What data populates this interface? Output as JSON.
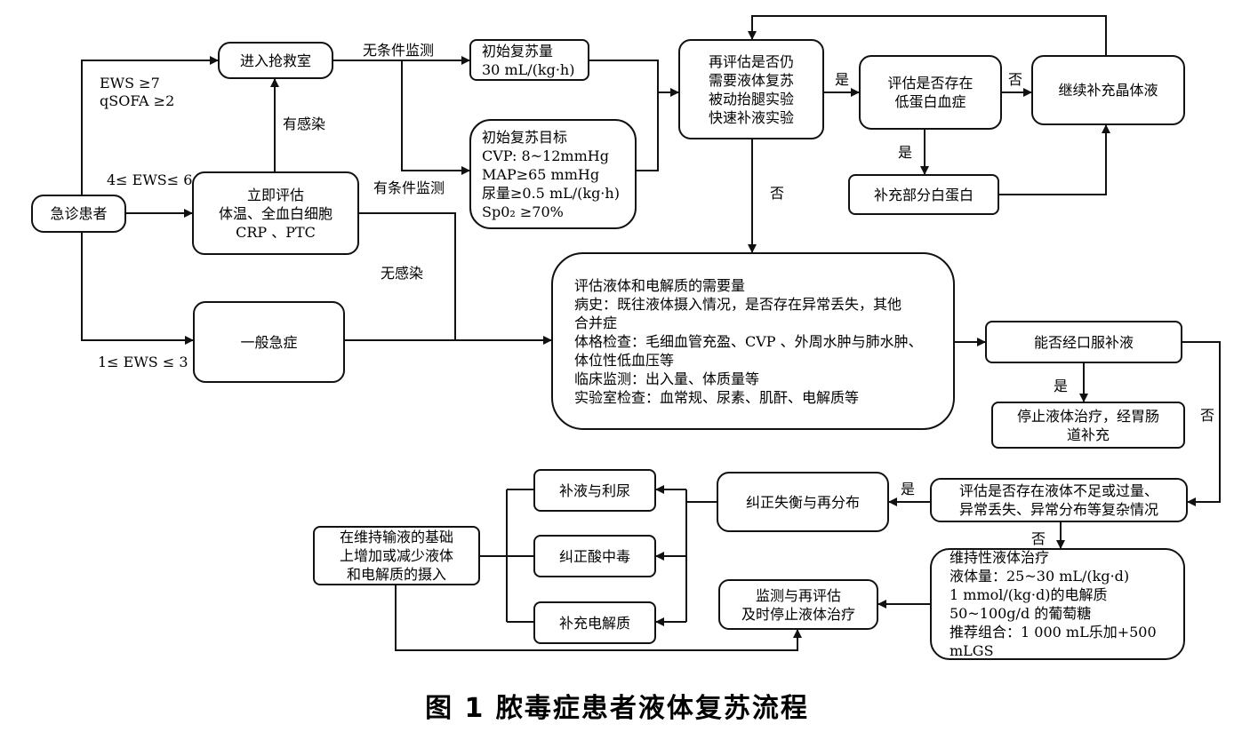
{
  "nodes": {
    "emergency_patient": "急诊患者",
    "enter_rescue_room": "进入抢救室",
    "immediate_assessment": "立即评估\n体温、全血白细胞\nCRP 、PTC",
    "general_emergency": "一般急症",
    "initial_resuscitation_volume": "初始复苏量\n30 mL/(kg·h)",
    "initial_resuscitation_target": "初始复苏目标\nCVP: 8~12mmHg\nMAP≥65 mmHg\n尿量≥0.5 mL/(kg·h)\nSp0₂ ≥70%",
    "reassess_fluid": "再评估是否仍\n需要液体复苏\n被动抬腿实验\n快速补液实验",
    "assess_hypoalbuminemia": "评估是否存在\n低蛋白血症",
    "continue_crystalloid": "继续补充晶体液",
    "supplement_albumin": "补充部分白蛋白",
    "assess_fluid_electrolyte": "评估液体和电解质的需要量\n病史：既往液体摄入情况，是否存在异常丢失，其他\n合并症\n体格检查：毛细血管充盈、CVP 、外周水肿与肺水肿、\n体位性低血压等\n临床监测：出入量、体质量等\n实验室检查：血常规、尿素、肌酐、电解质等",
    "oral_rehydration": "能否经口服补液",
    "stop_fluid_therapy": "停止液体治疗，经胃肠\n道补充",
    "assess_complex": "评估是否存在液体不足或过量、\n异常丢失、异常分布等复杂情况",
    "correct_imbalance": "纠正失衡与再分布",
    "fluid_and_diuresis": "补液与利尿",
    "correct_acidosis": "纠正酸中毒",
    "supplement_electrolytes": "补充电解质",
    "adjust_intake": "在维持输液的基础\n上增加或减少液体\n和电解质的摄入",
    "monitor_reassess": "监测与再评估\n及时停止液体治疗",
    "maintenance_therapy": "维持性液体治疗\n液体量：25~30 mL/(kg·d)\n1 mmol/(kg·d)的电解质\n50~100g/d 的葡萄糖\n推荐组合：1 000 mL乐加+500 mLGS"
  },
  "edge_labels": {
    "ews_high": "EWS ≥7\nqSOFA ≥2",
    "ews_mid": "4≤ EWS≤ 6",
    "ews_low": "1≤ EWS ≤ 3",
    "unconditional_monitoring": "无条件监测",
    "conditional_monitoring": "有条件监测",
    "infected": "有感染",
    "not_infected": "无感染",
    "yes_hypoalbumin": "是",
    "no_hypoalbumin": "否",
    "yes_albumin": "是",
    "no_reassess": "否",
    "yes_oral": "是",
    "no_oral": "否",
    "yes_complex": "是",
    "no_complex": "否"
  },
  "caption": "图 1   脓毒症患者液体复苏流程"
}
